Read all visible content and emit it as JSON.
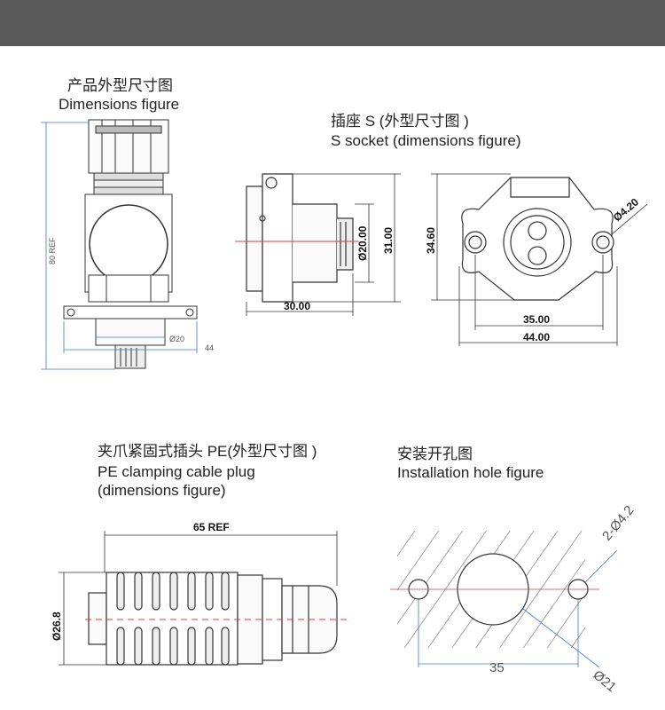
{
  "colors": {
    "topbar": "#5a5a5a",
    "dimension_line": "#3a7bd5",
    "center_line": "#e23b3b",
    "drawing": "#333333"
  },
  "section1": {
    "title_cn": "产品外型尺寸图",
    "title_en": "Dimensions figure",
    "dim_height": "80 REF",
    "dim_dia": "Ø20",
    "dim_width": "44"
  },
  "section2": {
    "title_cn": "插座 S (外型尺寸图 )",
    "title_en": "S socket (dimensions figure)",
    "dim_depth": "30.00",
    "dim_dia": "Ø20.00",
    "dim_h1": "31.00",
    "dim_h2": "34.60",
    "dim_hole": "Ø4.20",
    "dim_span": "35.00",
    "dim_total": "44.00"
  },
  "section3": {
    "title_cn": "夹爪紧固式插头 PE(外型尺寸图 )",
    "title_en_1": "PE clamping cable plug",
    "title_en_2": "(dimensions figure)",
    "dim_length": "65 REF",
    "dim_dia": "Ø26.8"
  },
  "section4": {
    "title_cn": "安装开孔图",
    "title_en": "Installation hole figure",
    "dim_holes": "2-Ø4.2",
    "dim_span": "35",
    "dim_dia": "Ø21"
  }
}
